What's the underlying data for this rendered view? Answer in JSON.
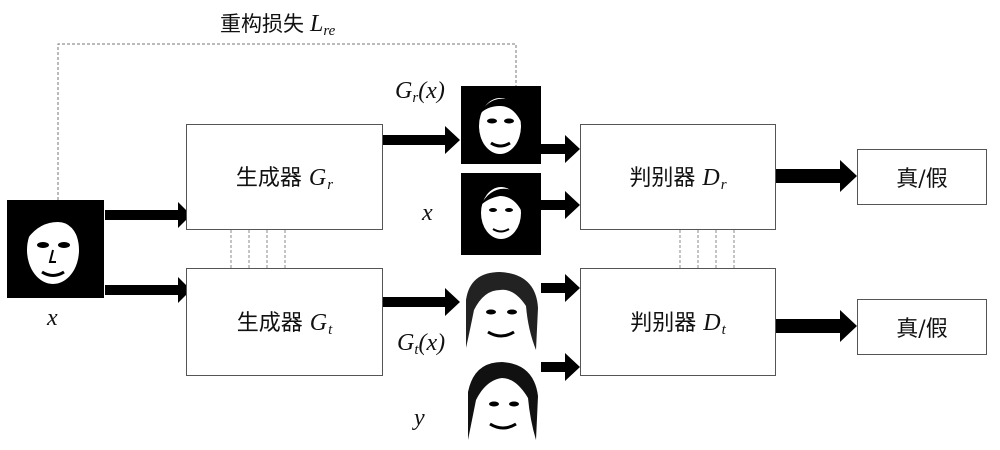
{
  "top_label": {
    "prefix": "重构损失",
    "symbol": "L",
    "sub": "re"
  },
  "input_x_label": "x",
  "generators": [
    {
      "name": "生成器",
      "symbol": "G",
      "sub": "r"
    },
    {
      "name": "生成器",
      "symbol": "G",
      "sub": "t"
    }
  ],
  "discriminators": [
    {
      "name": "判别器",
      "symbol": "D",
      "sub": "r"
    },
    {
      "name": "判别器",
      "symbol": "D",
      "sub": "t"
    }
  ],
  "image_labels": {
    "gr_x": {
      "symbol": "G",
      "sub": "r",
      "arg": "(x)"
    },
    "x_real": "x",
    "gt_x": {
      "symbol": "G",
      "sub": "t",
      "arg": "(x)"
    },
    "y_real": "y"
  },
  "outputs": [
    "真/假",
    "真/假"
  ],
  "colors": {
    "line": "#555555",
    "arrow": "#000000",
    "text": "#111111"
  }
}
